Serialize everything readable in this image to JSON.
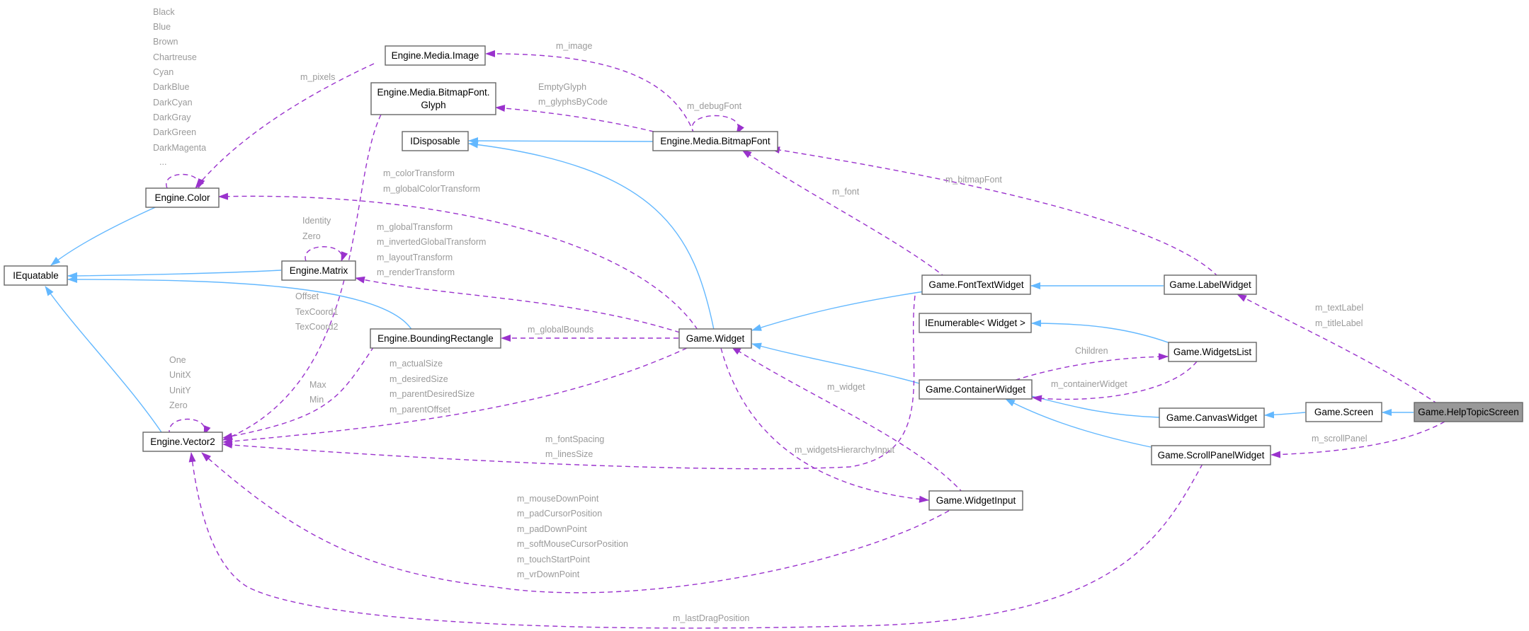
{
  "colors": {
    "inheritance": "#63b8ff",
    "usage": "#9a32cd",
    "focus_node": "#999999",
    "label": "#9a9a9a"
  },
  "nodes": {
    "image": "Engine.Media.Image",
    "glyph_line1": "Engine.Media.BitmapFont.",
    "glyph_line2": "Glyph",
    "idisposable": "IDisposable",
    "bitmapfont": "Engine.Media.BitmapFont",
    "color": "Engine.Color",
    "iequatable": "IEquatable",
    "matrix": "Engine.Matrix",
    "boundingrect": "Engine.BoundingRectangle",
    "vector2": "Engine.Vector2",
    "widget": "Game.Widget",
    "fonttextwidget": "Game.FontTextWidget",
    "labelwidget": "Game.LabelWidget",
    "ienumerable": "IEnumerable< Widget >",
    "widgetslist": "Game.WidgetsList",
    "containerwidget": "Game.ContainerWidget",
    "canvaswidget": "Game.CanvasWidget",
    "screen": "Game.Screen",
    "helptopicscreen": "Game.HelpTopicScreen",
    "scrollpanelwidget": "Game.ScrollPanelWidget",
    "widgetinput": "Game.WidgetInput"
  },
  "labels": {
    "color_statics": [
      "Black",
      "Blue",
      "Brown",
      "Chartreuse",
      "Cyan",
      "DarkBlue",
      "DarkCyan",
      "DarkGray",
      "DarkGreen",
      "DarkMagenta",
      "..."
    ],
    "m_pixels": "m_pixels",
    "m_image": "m_image",
    "empty_glyph": "EmptyGlyph",
    "m_glyphs_by_code": "m_glyphsByCode",
    "m_debug_font": "m_debugFont",
    "m_bitmap_font": "m_bitmapFont",
    "m_font": "m_font",
    "color_transforms": [
      "m_colorTransform",
      "m_globalColorTransform"
    ],
    "matrix_statics": [
      "Identity",
      "Zero"
    ],
    "matrix_fields": [
      "m_globalTransform",
      "m_invertedGlobalTransform",
      "m_layoutTransform",
      "m_renderTransform"
    ],
    "offset_texcoords": [
      "Offset",
      "TexCoord1",
      "TexCoord2"
    ],
    "vector_statics": [
      "One",
      "UnitX",
      "UnitY",
      "Zero"
    ],
    "max_min": [
      "Max",
      "Min"
    ],
    "m_global_bounds": "m_globalBounds",
    "size_fields": [
      "m_actualSize",
      "m_desiredSize",
      "m_parentDesiredSize",
      "m_parentOffset"
    ],
    "font_spacing": [
      "m_fontSpacing",
      "m_linesSize"
    ],
    "m_widget": "m_widget",
    "widgets_hierarchy_input": "m_widgetsHierarchyInput",
    "children": "Children",
    "m_container_widget": "m_containerWidget",
    "text_title_labels": [
      "m_textLabel",
      "m_titleLabel"
    ],
    "m_scroll_panel": "m_scrollPanel",
    "input_points": [
      "m_mouseDownPoint",
      "m_padCursorPosition",
      "m_padDownPoint",
      "m_softMouseCursorPosition",
      "m_touchStartPoint",
      "m_vrDownPoint"
    ],
    "m_last_drag_position": "m_lastDragPosition"
  }
}
